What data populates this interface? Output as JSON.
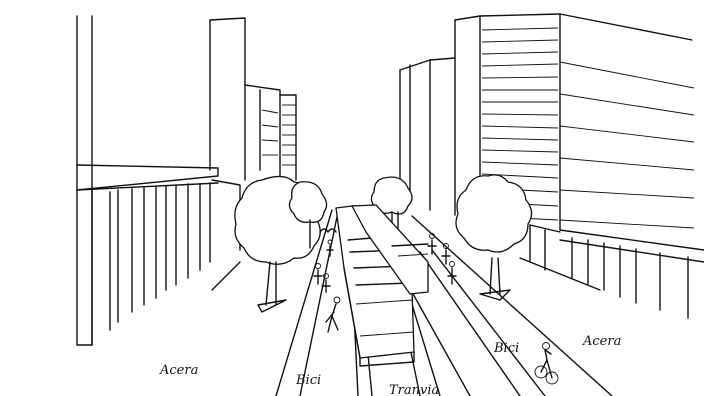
{
  "labels": {
    "left_sidewalk": "Acera",
    "right_sidewalk": "Acera",
    "left_bike_lane": "Bici",
    "right_bike_lane": "Bici",
    "tram_lane": "Tranvia"
  }
}
